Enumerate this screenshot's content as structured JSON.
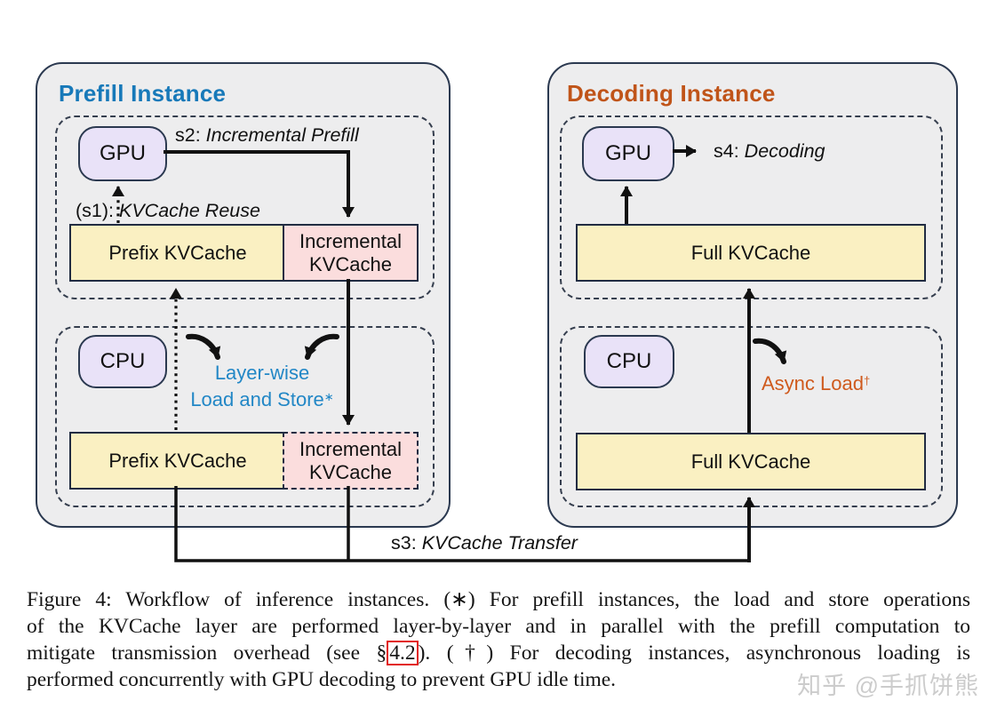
{
  "diagram": {
    "prefill": {
      "title": "Prefill Instance",
      "gpu_label": "GPU",
      "cpu_label": "CPU",
      "prefix_kvcache_gpu": "Prefix KVCache",
      "incremental_kvcache_gpu": "Incremental KVCache",
      "prefix_kvcache_cpu": "Prefix KVCache",
      "incremental_kvcache_cpu": "Incremental KVCache",
      "s1_prefix": "(s1):",
      "s1_label": "KVCache Reuse",
      "s2_prefix": "s2:",
      "s2_label": "Incremental Prefill",
      "layerwise_line1": "Layer-wise",
      "layerwise_line2": "Load and Store",
      "layerwise_sup": "∗"
    },
    "decoding": {
      "title": "Decoding Instance",
      "gpu_label": "GPU",
      "cpu_label": "CPU",
      "full_kvcache_gpu": "Full KVCache",
      "full_kvcache_cpu": "Full KVCache",
      "s4_prefix": "s4:",
      "s4_label": "Decoding",
      "async_label": "Async Load",
      "async_sup": "†"
    },
    "s3_prefix": "s3:",
    "s3_label": "KVCache Transfer",
    "colors": {
      "prefill_title_blue": "#1779b9",
      "decoding_title_orange": "#c05419",
      "layerwise_blue": "#2287c6",
      "async_orange": "#cf5a1d",
      "box_yellow": "#faf0c2",
      "box_pink": "#fbdddd",
      "chip_lavender": "#e9e2f8",
      "instance_gray": "#ededee",
      "border_navy": "#2b3950",
      "line_black": "#111111",
      "ref_link_red": "#e2201e",
      "watermark_gray": "#cccccc"
    }
  },
  "caption": {
    "line1": "Figure 4:  Workflow of inference instances.  (∗) For prefill instances, the load and store operations",
    "line2": "of the KVCache layer are performed layer-by-layer and in parallel with the prefill computation to",
    "line3_pre": "mitigate transmission overhead (see §",
    "line3_link": "4.2",
    "line3_post": ").  (†) For decoding instances, asynchronous loading is",
    "line4": "performed concurrently with GPU decoding to prevent GPU idle time."
  },
  "watermark": "知乎 @手抓饼熊"
}
